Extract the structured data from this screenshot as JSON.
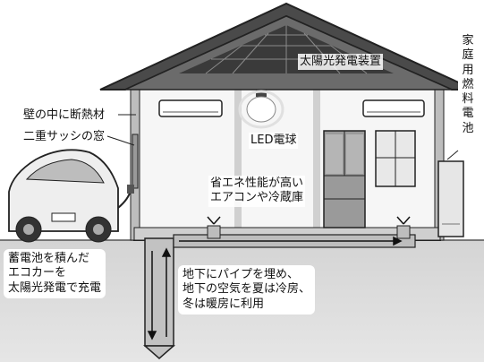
{
  "labels": {
    "solar": "太陽光発電装置",
    "fuel_cell": "家\n庭\n用\n燃\n料\n電\n池",
    "insulation": "壁の中に断熱材",
    "double_sash": "二重サッシの窓",
    "led": "LED電球",
    "appliances": "省エネ性能が高い\nエアコンや冷蔵庫",
    "ecocar": "蓄電池を積んだ\nエコカーを\n太陽光発電で充電",
    "underground": "地下にパイプを埋め、\n地下の空気を夏は冷房、\n冬は暖房に利用"
  },
  "icons": [
    "house",
    "solar-panel",
    "air-conditioner",
    "led-bulb",
    "refrigerator",
    "eco-car",
    "fuel-cell-unit",
    "underground-pipe",
    "airflow-arrow"
  ],
  "colors": {
    "background": "#ffffff",
    "roof": "#6b6b6b",
    "solar_panel": "#3a3a3a",
    "wall": "#f4f4f4",
    "ground": "#c8c8c8",
    "line": "#222222"
  }
}
